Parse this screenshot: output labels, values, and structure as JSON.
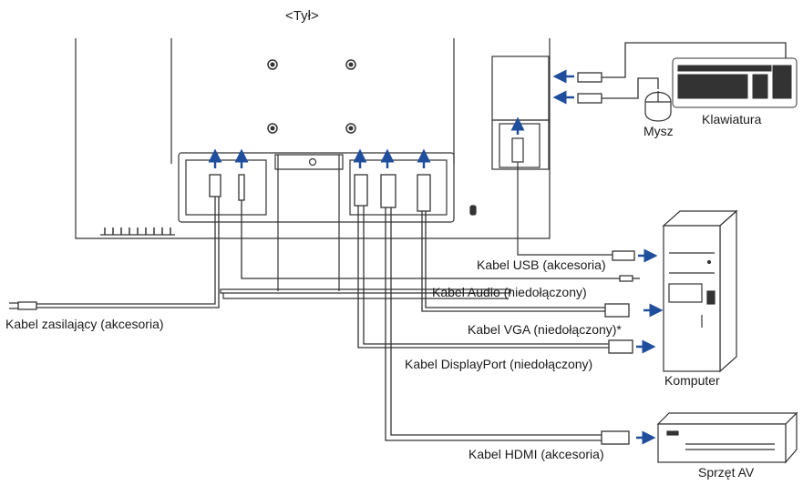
{
  "title": "<Tył>",
  "labels": {
    "usb_cable": "Kabel USB (akcesoria)",
    "audio_cable": "Kabel Audio (niedołączony)",
    "vga_cable": "Kabel VGA (niedołączony)*",
    "dp_cable": "Kabel DisplayPort (niedołączony)",
    "hdmi_cable": "Kabel HDMI (akcesoria)",
    "power_cable": "Kabel zasilający (akcesoria)",
    "computer": "Komputer",
    "av_equipment": "Sprzęt AV",
    "keyboard": "Klawiatura",
    "mouse": "Mysz"
  },
  "colors": {
    "arrow": "#1f4e9c",
    "line": "#333333"
  }
}
